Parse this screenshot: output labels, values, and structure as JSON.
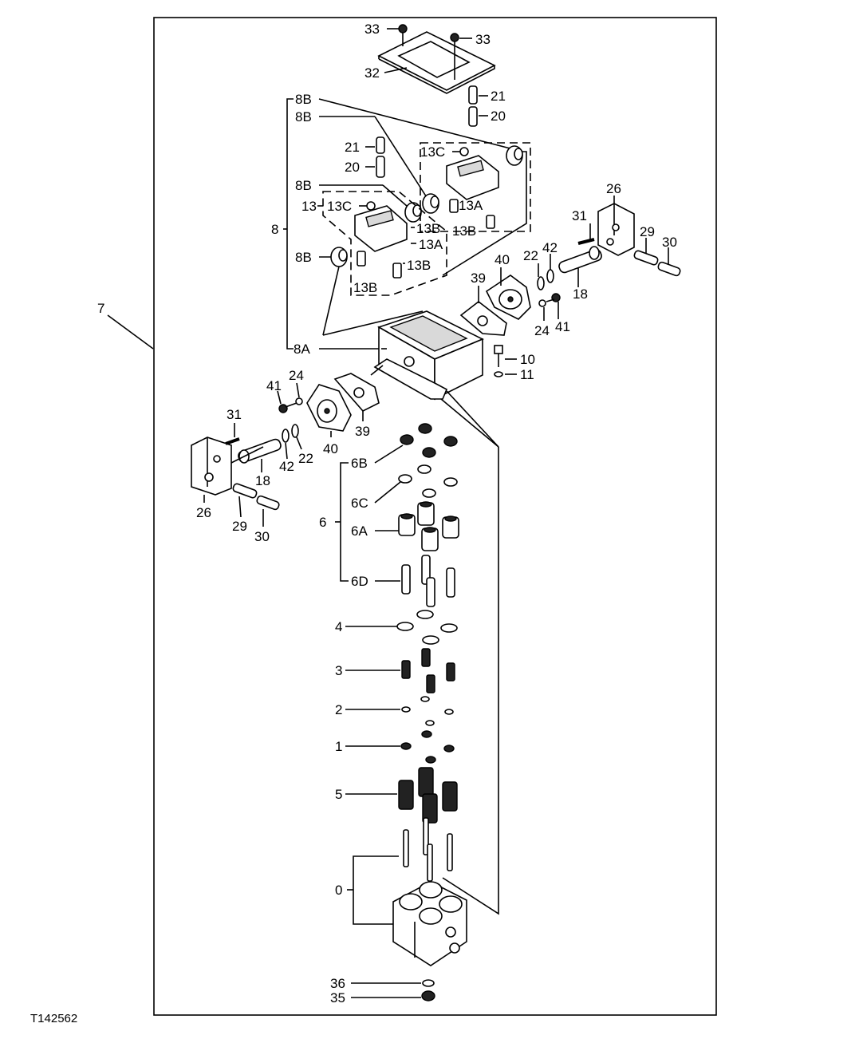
{
  "figure_id": "T142562",
  "labels": [
    {
      "text": "7"
    },
    {
      "text": "33"
    },
    {
      "text": "33"
    },
    {
      "text": "32"
    },
    {
      "text": "8B"
    },
    {
      "text": "8B"
    },
    {
      "text": "8B"
    },
    {
      "text": "8B"
    },
    {
      "text": "21"
    },
    {
      "text": "20"
    },
    {
      "text": "21"
    },
    {
      "text": "20"
    },
    {
      "text": "13C"
    },
    {
      "text": "13A"
    },
    {
      "text": "13B"
    },
    {
      "text": "13"
    },
    {
      "text": "13C"
    },
    {
      "text": "13B"
    },
    {
      "text": "13A"
    },
    {
      "text": "13B"
    },
    {
      "text": "13B"
    },
    {
      "text": "8"
    },
    {
      "text": "8A"
    },
    {
      "text": "26"
    },
    {
      "text": "31"
    },
    {
      "text": "29"
    },
    {
      "text": "30"
    },
    {
      "text": "40"
    },
    {
      "text": "22"
    },
    {
      "text": "42"
    },
    {
      "text": "18"
    },
    {
      "text": "39"
    },
    {
      "text": "24"
    },
    {
      "text": "41"
    },
    {
      "text": "10"
    },
    {
      "text": "11"
    },
    {
      "text": "41"
    },
    {
      "text": "24"
    },
    {
      "text": "40"
    },
    {
      "text": "39"
    },
    {
      "text": "31"
    },
    {
      "text": "42"
    },
    {
      "text": "22"
    },
    {
      "text": "18"
    },
    {
      "text": "26"
    },
    {
      "text": "29"
    },
    {
      "text": "30"
    },
    {
      "text": "6B"
    },
    {
      "text": "6C"
    },
    {
      "text": "6"
    },
    {
      "text": "6A"
    },
    {
      "text": "6D"
    },
    {
      "text": "4"
    },
    {
      "text": "3"
    },
    {
      "text": "2"
    },
    {
      "text": "1"
    },
    {
      "text": "5"
    },
    {
      "text": "0"
    },
    {
      "text": "36"
    },
    {
      "text": "35"
    }
  ]
}
